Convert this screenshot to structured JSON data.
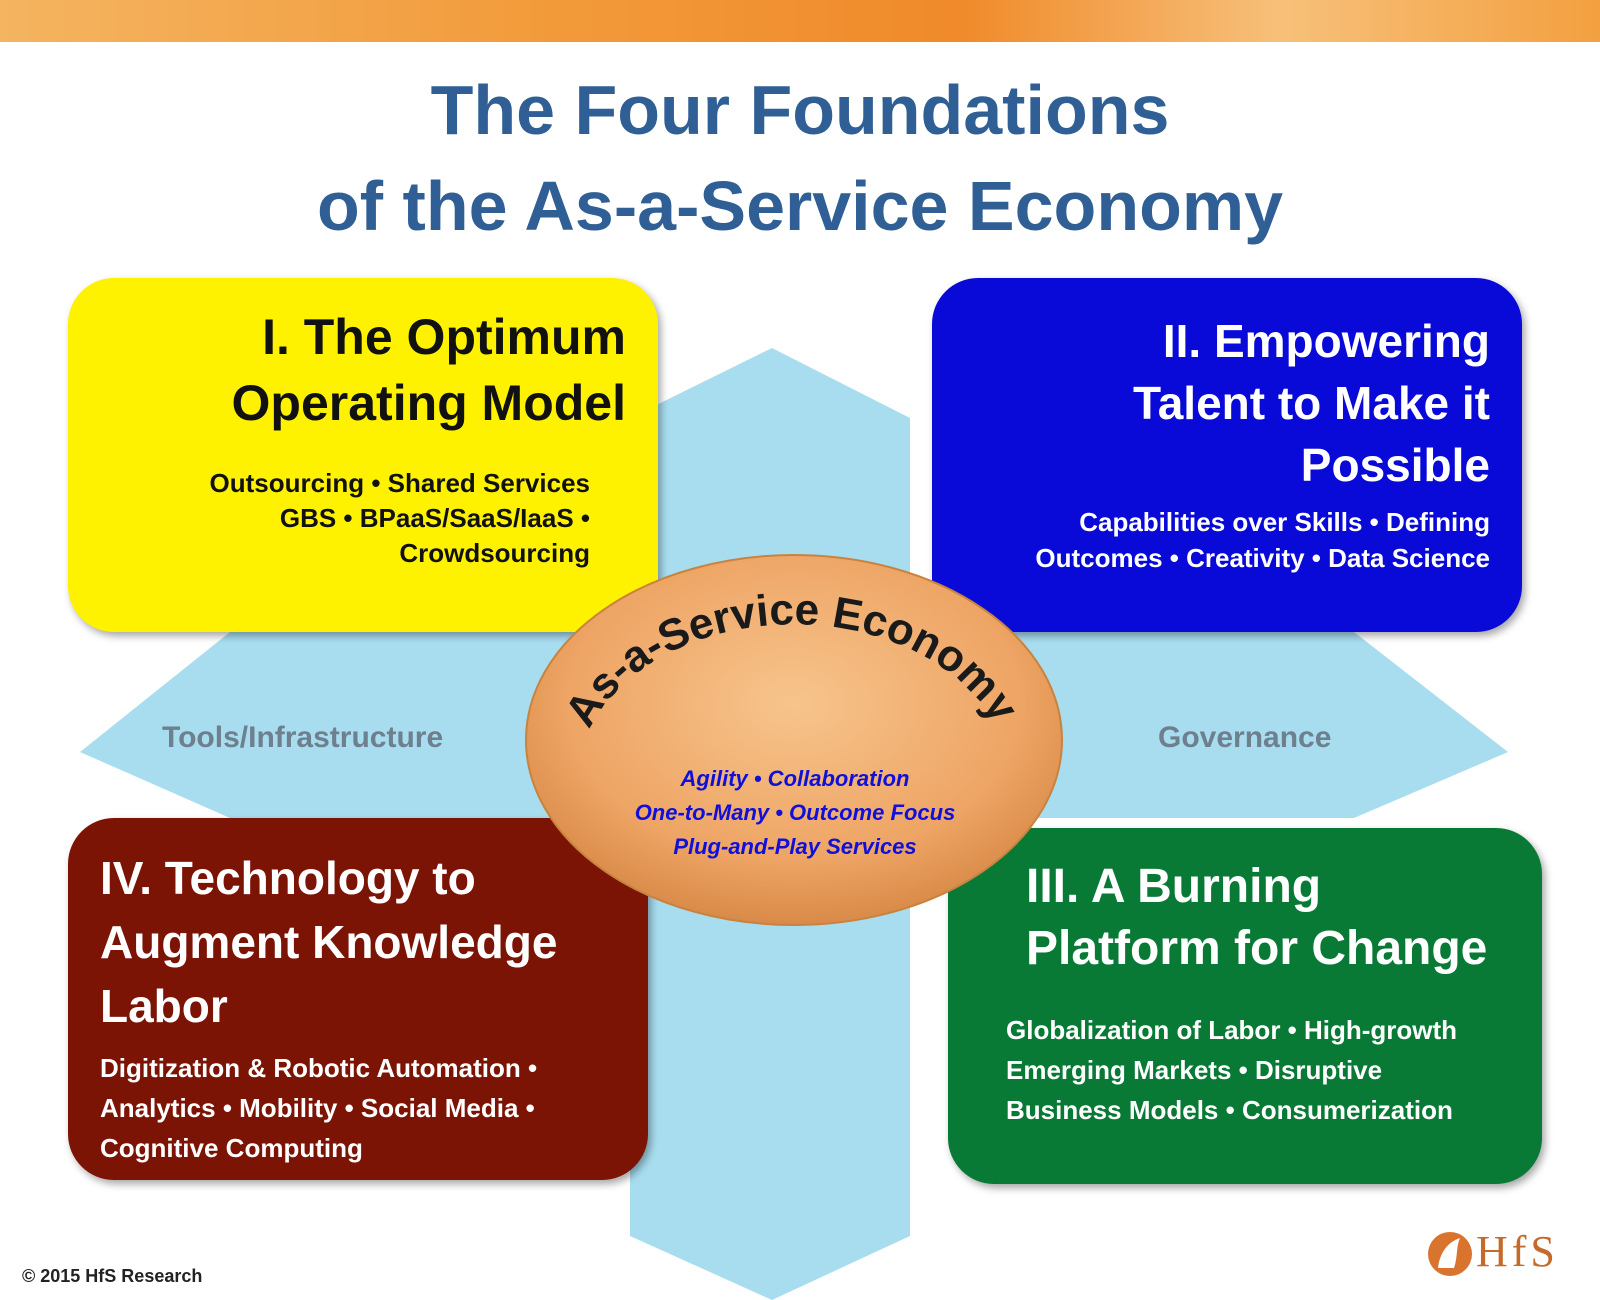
{
  "title": {
    "line1": "The Four Foundations",
    "line2": "of the As-a-Service Economy"
  },
  "foundations": {
    "one": {
      "heading_line1": "I. The Optimum",
      "heading_line2": "Operating Model",
      "items_line1": "Outsourcing • Shared Services",
      "items_line2": "GBS • BPaaS/SaaS/IaaS •",
      "items_line3": "Crowdsourcing",
      "color": "#fff200"
    },
    "two": {
      "heading_line1": "II. Empowering",
      "heading_line2": "Talent to Make it",
      "heading_line3": "Possible",
      "items_line1": "Capabilities over Skills • Defining",
      "items_line2": "Outcomes • Creativity • Data Science",
      "color": "#0a0ad8"
    },
    "three": {
      "heading_line1": "III. A Burning",
      "heading_line2": "Platform for Change",
      "items_line1": "Globalization of Labor • High-growth",
      "items_line2": "Emerging Markets • Disruptive",
      "items_line3": "Business Models • Consumerization",
      "color": "#087a35"
    },
    "four": {
      "heading_line1": "IV. Technology to",
      "heading_line2": "Augment Knowledge",
      "heading_line3": "Labor",
      "items_line1": "Digitization & Robotic Automation •",
      "items_line2": "Analytics • Mobility • Social Media •",
      "items_line3": "Cognitive Computing",
      "color": "#7c1406"
    }
  },
  "arms": {
    "left_label": "Tools/Infrastructure",
    "right_label": "Governance"
  },
  "center": {
    "title": "As-a-Service Economy",
    "items_line1": "Agility • Collaboration",
    "items_line2": "One-to-Many • Outcome Focus",
    "items_line3": "Plug-and-Play Services"
  },
  "footer": {
    "copyright": "© 2015 HfS Research",
    "logo_text": "HfS"
  }
}
